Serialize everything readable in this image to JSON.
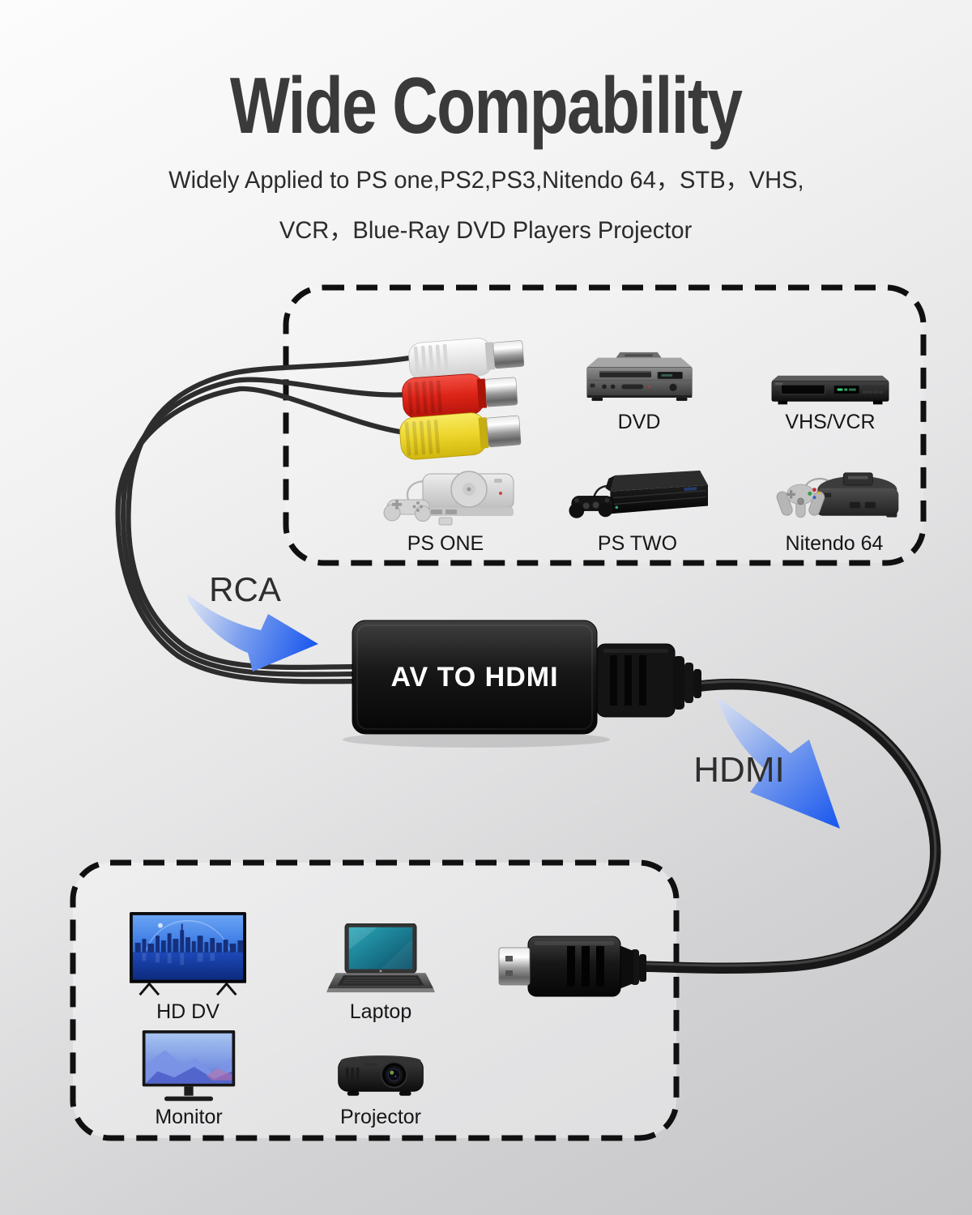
{
  "title": "Wide Compability",
  "subtitle_line1": "Widely Applied to PS one,PS2,PS3,Nitendo 64，STB，VHS,",
  "subtitle_line2": "VCR，Blue-Ray DVD Players Projector",
  "labels": {
    "rca": "RCA",
    "hdmi": "HDMI",
    "converter": "AV TO HDMI"
  },
  "source_devices": [
    {
      "name": "DVD"
    },
    {
      "name": "VHS/VCR"
    },
    {
      "name": "PS ONE"
    },
    {
      "name": "PS TWO"
    },
    {
      "name": "Nitendo 64"
    }
  ],
  "output_devices": [
    {
      "name": "HD DV"
    },
    {
      "name": "Laptop"
    },
    {
      "name": "Monitor"
    },
    {
      "name": "Projector"
    }
  ],
  "connectors": {
    "input": "RCA composite jacks (white, red, yellow)",
    "output": "HDMI plug"
  },
  "colors": {
    "accent_blue": "#1e5ceb",
    "rca_white": "#f4f4f4",
    "rca_red": "#d9281c",
    "rca_yellow": "#efd827",
    "cable_black": "#1a1a1a",
    "title_text": "#3a3a3a",
    "background_top": "#fcfcfc",
    "background_bottom": "#c5c5c7"
  }
}
